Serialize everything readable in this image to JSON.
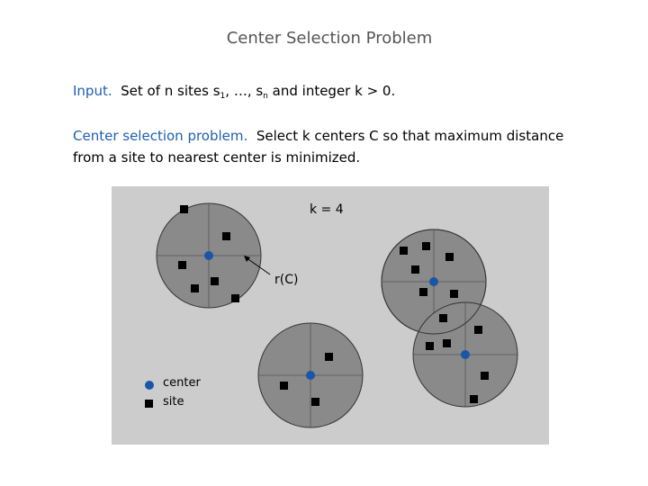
{
  "title": "Center Selection Problem",
  "input": {
    "label": "Input.",
    "text_a": "Set of n sites s",
    "sub1": "1",
    "text_b": ", …, s",
    "subn": "n",
    "text_c": " and integer k > 0."
  },
  "problem": {
    "label": "Center selection problem.",
    "text": "Select k centers C so that maximum distance from a site to nearest center is minimized."
  },
  "diagram": {
    "k_label": "k = 4",
    "radius_label": "r(C)",
    "legend": {
      "center": "center",
      "site": "site"
    },
    "colors": {
      "background": "#cccccc",
      "disk": "#8a8a8a",
      "center": "#1a56a8",
      "site": "#000000"
    }
  }
}
